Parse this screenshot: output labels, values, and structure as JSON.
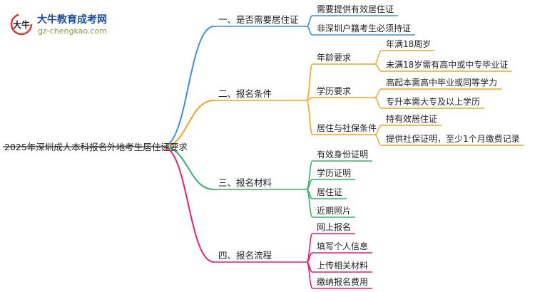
{
  "logo": {
    "mark_text": "大牛",
    "title": "大牛教育成考网",
    "url": "gz-chengkao.com"
  },
  "colors": {
    "blue": "#3d8ee6",
    "orange": "#f4a51c",
    "green": "#33b36b",
    "pink": "#e0207a"
  },
  "mindmap": {
    "root": "2025年深圳成人本科报名外地考生居住证要求",
    "branches": [
      {
        "label": "一、是否需要居住证",
        "color": "blue",
        "children": [
          {
            "label": "需要提供有效居住证"
          },
          {
            "label": "非深圳户籍考生必须持证"
          }
        ]
      },
      {
        "label": "二、报名条件",
        "color": "orange",
        "children": [
          {
            "label": "年龄要求",
            "children": [
              "年满18周岁",
              "未满18岁需有高中或中专毕业证"
            ]
          },
          {
            "label": "学历要求",
            "children": [
              "高起本需高中毕业或同等学力",
              "专升本需大专及以上学历"
            ]
          },
          {
            "label": "居住与社保条件",
            "children": [
              "持有效居住证",
              "提供社保证明，至少1个月缴费记录"
            ]
          }
        ]
      },
      {
        "label": "三、报名材料",
        "color": "green",
        "children": [
          {
            "label": "有效身份证明"
          },
          {
            "label": "学历证明"
          },
          {
            "label": "居住证"
          },
          {
            "label": "近期照片"
          }
        ]
      },
      {
        "label": "四、报名流程",
        "color": "pink",
        "children": [
          {
            "label": "网上报名"
          },
          {
            "label": "填写个人信息"
          },
          {
            "label": "上传相关材料"
          },
          {
            "label": "缴纳报名费用"
          }
        ]
      }
    ]
  }
}
